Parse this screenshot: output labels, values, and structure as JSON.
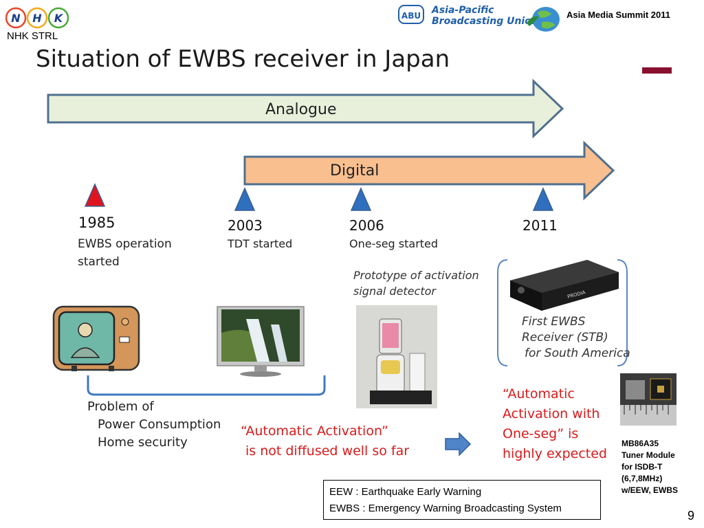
{
  "header": {
    "nhk_logo_letters": [
      "N",
      "H",
      "K"
    ],
    "nhk_label": "NHK STRL",
    "abu_logo_letters": "ABU",
    "abu_name_line1": "Asia-Pacific",
    "abu_name_line2": "Broadcasting Union",
    "event": "Asia Media Summit 2011"
  },
  "slide": {
    "title": "Situation of EWBS receiver in Japan",
    "page_number": "9"
  },
  "timeline": {
    "analogue_label": "Analogue",
    "digital_label": "Digital",
    "colors": {
      "analogue_fill": "#e8f0dc",
      "analogue_stroke": "#4f6f8f",
      "digital_fill": "#f9bf8f",
      "digital_stroke": "#4f6f8f",
      "marker_red": "#e0141e",
      "marker_blue": "#2f6fbf"
    },
    "milestones": [
      {
        "year": "1985",
        "desc_line1": "EWBS operation",
        "desc_line2": "started"
      },
      {
        "year": "2003",
        "desc_line1": "TDT started",
        "desc_line2": ""
      },
      {
        "year": "2006",
        "desc_line1": "One-seg started",
        "desc_line2": ""
      },
      {
        "year": "2011",
        "desc_line1": "",
        "desc_line2": ""
      }
    ]
  },
  "notes": {
    "prototype_line1": "Prototype of activation",
    "prototype_line2": "signal detector",
    "stb_line1": "First EWBS",
    "stb_line2": "Receiver (STB)",
    "stb_line3": "for South America",
    "device_brand": "PRODIA"
  },
  "problem": {
    "heading": "Problem of",
    "item1": "Power Consumption",
    "item2": "Home security"
  },
  "messages": {
    "not_diffused_line1": "“Automatic Activation”",
    "not_diffused_line2": "is not diffused well so far",
    "expected_line1": "“Automatic",
    "expected_line2": "Activation with",
    "expected_line3": "One-seg” is",
    "expected_line4": "highly expected"
  },
  "module": {
    "line1": "MB86A35",
    "line2": "Tuner Module",
    "line3": "for ISDB-T",
    "line4": "(6,7,8MHz)",
    "line5": "w/EEW, EWBS"
  },
  "glossary": {
    "eew": "EEW : Earthquake Early Warning",
    "ewbs": "EWBS : Emergency Warning Broadcasting System"
  }
}
